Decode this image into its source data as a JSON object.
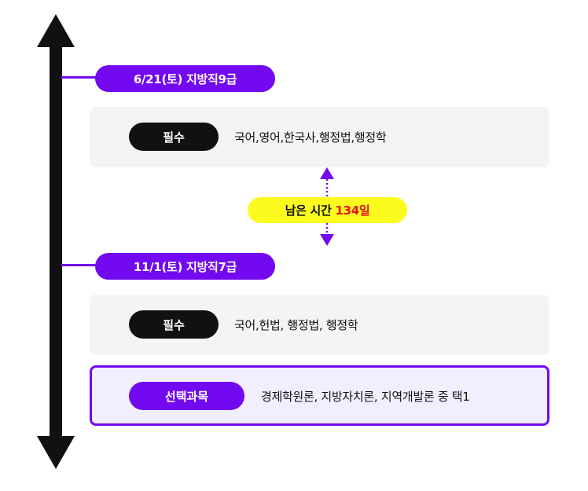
{
  "timeline": {
    "milestones": [
      {
        "label": "6/21(토) 지방직9급"
      },
      {
        "label": "11/1(토) 지방직7급"
      }
    ]
  },
  "exam1": {
    "required_label": "필수",
    "required_subjects": "국어,영어,한국사,행정법,행정학"
  },
  "remaining": {
    "label": "남은 시간",
    "count": "134일"
  },
  "exam2": {
    "required_label": "필수",
    "required_subjects": "국어,헌법, 행정법, 행정학",
    "elective_label": "선택과목",
    "elective_subjects": "경제학원론, 지방자치론, 지역개발론 중 택1"
  },
  "colors": {
    "accent": "#7209f0",
    "dark": "#111111",
    "highlight": "#fbfb1e",
    "alert": "#e8141b",
    "panel": "#f4f4f4"
  }
}
